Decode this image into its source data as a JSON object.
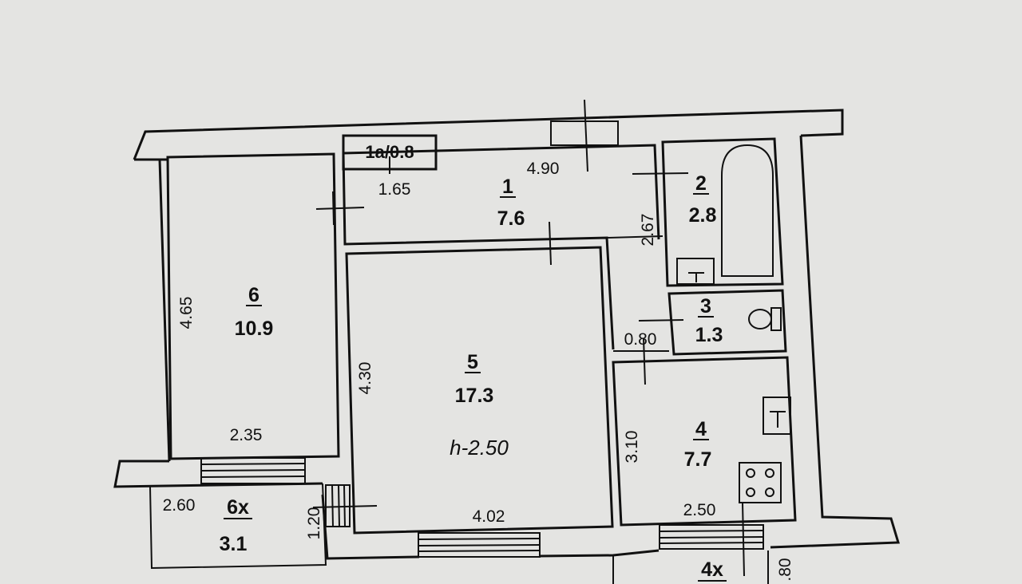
{
  "plan": {
    "rooms": [
      {
        "id": "1a",
        "label": "1a/0.8"
      },
      {
        "id": "1",
        "number": "1",
        "area": "7.6"
      },
      {
        "id": "2",
        "number": "2",
        "area": "2.8"
      },
      {
        "id": "3",
        "number": "3",
        "area": "1.3"
      },
      {
        "id": "4",
        "number": "4",
        "area": "7.7"
      },
      {
        "id": "5",
        "number": "5",
        "area": "17.3",
        "height": "h-2.50"
      },
      {
        "id": "6",
        "number": "6",
        "area": "10.9"
      },
      {
        "id": "6x",
        "number": "6x",
        "area": "3.1"
      },
      {
        "id": "4x",
        "number": "4x"
      }
    ],
    "dimensions": {
      "d_1_65": "1.65",
      "d_4_90": "4.90",
      "d_2_67": "2.67",
      "d_4_65": "4.65",
      "d_0_80": "0.80",
      "d_4_30": "4.30",
      "d_2_35": "2.35",
      "d_3_10": "3.10",
      "d_2_60": "2.60",
      "d_1_20": "1.20",
      "d_4_02": "4.02",
      "d_2_50": "2.50",
      "d_80_partial": ".80"
    }
  }
}
